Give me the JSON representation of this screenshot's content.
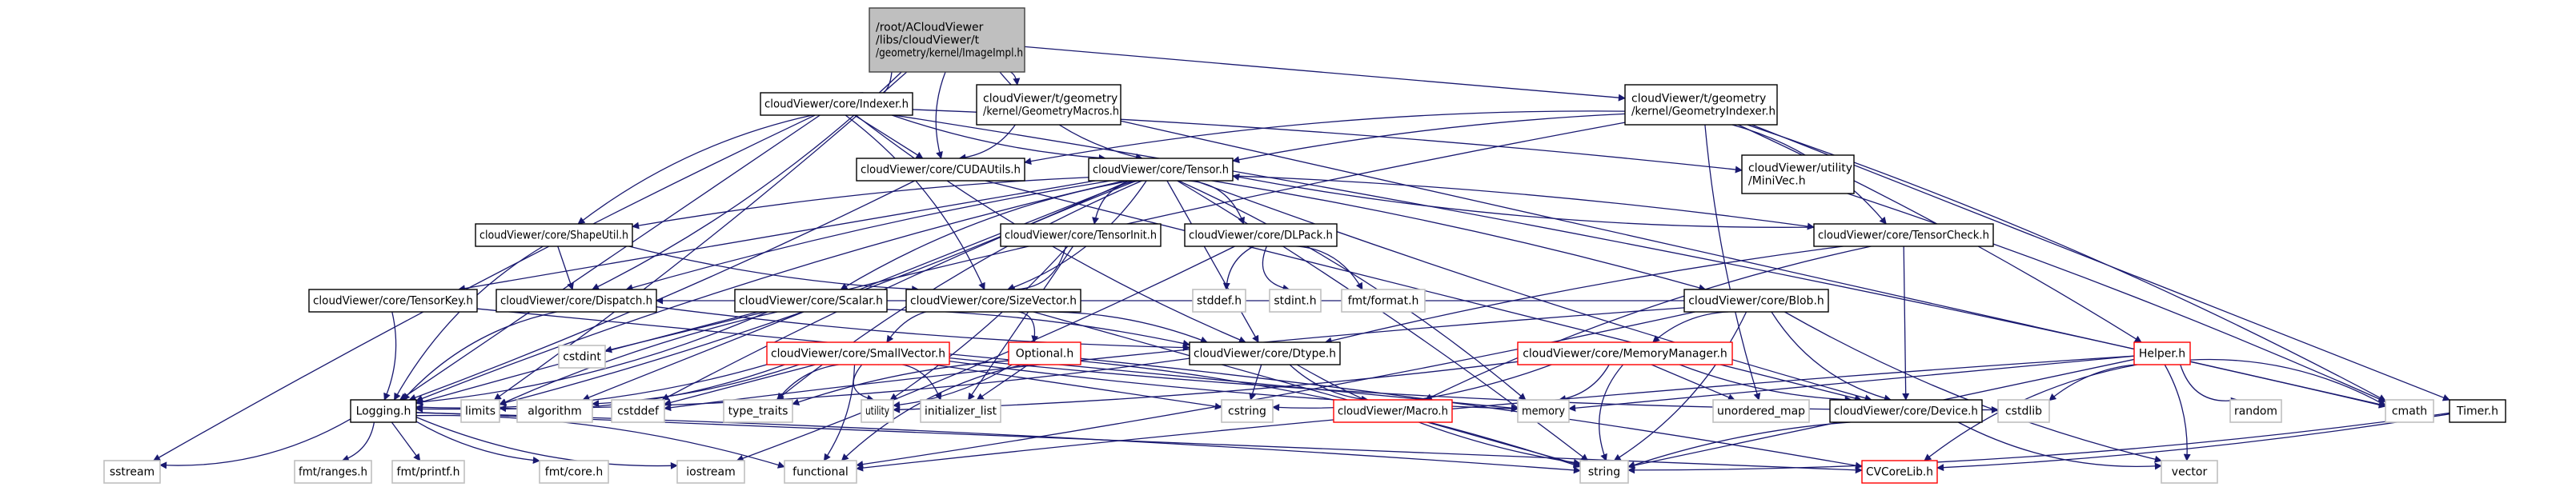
{
  "graph": {
    "title": "Include dependency graph for ImageImpl.h",
    "colors": {
      "edge": "#191970",
      "root_fill": "#bfbfbf",
      "root_border": "#404040",
      "documented_border": "#000000",
      "undocumented_border": "#ff0000",
      "external_border": "#bfbfbf",
      "node_fill": "#ffffff"
    },
    "nodes": [
      {
        "id": "imageimpl",
        "kind": "root",
        "lines": [
          "/root/ACloudViewer",
          "/libs/cloudViewer/t",
          "/geometry/kernel/ImageImpl.h"
        ]
      },
      {
        "id": "indexer",
        "kind": "doc",
        "lines": [
          "cloudViewer/core/Indexer.h"
        ]
      },
      {
        "id": "geommacros",
        "kind": "doc",
        "lines": [
          "cloudViewer/t/geometry",
          "/kernel/GeometryMacros.h"
        ]
      },
      {
        "id": "geomindexer",
        "kind": "doc",
        "lines": [
          "cloudViewer/t/geometry",
          "/kernel/GeometryIndexer.h"
        ]
      },
      {
        "id": "cudautils",
        "kind": "doc",
        "lines": [
          "cloudViewer/core/CUDAUtils.h"
        ]
      },
      {
        "id": "tensor",
        "kind": "doc",
        "lines": [
          "cloudViewer/core/Tensor.h"
        ]
      },
      {
        "id": "minivec",
        "kind": "doc",
        "lines": [
          "cloudViewer/utility",
          "/MiniVec.h"
        ]
      },
      {
        "id": "shapeutil",
        "kind": "doc",
        "lines": [
          "cloudViewer/core/ShapeUtil.h"
        ]
      },
      {
        "id": "tensorinit",
        "kind": "doc",
        "lines": [
          "cloudViewer/core/TensorInit.h"
        ]
      },
      {
        "id": "dlpack",
        "kind": "doc",
        "lines": [
          "cloudViewer/core/DLPack.h"
        ]
      },
      {
        "id": "tensorcheck",
        "kind": "doc",
        "lines": [
          "cloudViewer/core/TensorCheck.h"
        ]
      },
      {
        "id": "tensorkey",
        "kind": "doc",
        "lines": [
          "cloudViewer/core/TensorKey.h"
        ]
      },
      {
        "id": "dispatch",
        "kind": "doc",
        "lines": [
          "cloudViewer/core/Dispatch.h"
        ]
      },
      {
        "id": "scalar",
        "kind": "doc",
        "lines": [
          "cloudViewer/core/Scalar.h"
        ]
      },
      {
        "id": "sizevector",
        "kind": "doc",
        "lines": [
          "cloudViewer/core/SizeVector.h"
        ]
      },
      {
        "id": "stddef_h",
        "kind": "ext",
        "lines": [
          "stddef.h"
        ]
      },
      {
        "id": "stdint_h",
        "kind": "ext",
        "lines": [
          "stdint.h"
        ]
      },
      {
        "id": "fmtformat",
        "kind": "ext",
        "lines": [
          "fmt/format.h"
        ]
      },
      {
        "id": "blob",
        "kind": "doc",
        "lines": [
          "cloudViewer/core/Blob.h"
        ]
      },
      {
        "id": "cstdint",
        "kind": "ext",
        "lines": [
          "cstdint"
        ]
      },
      {
        "id": "smallvector",
        "kind": "undoc",
        "lines": [
          "cloudViewer/core/SmallVector.h"
        ]
      },
      {
        "id": "optional",
        "kind": "undoc",
        "lines": [
          "Optional.h"
        ]
      },
      {
        "id": "dtype",
        "kind": "doc",
        "lines": [
          "cloudViewer/core/Dtype.h"
        ]
      },
      {
        "id": "memorymanager",
        "kind": "undoc",
        "lines": [
          "cloudViewer/core/MemoryManager.h"
        ]
      },
      {
        "id": "helper",
        "kind": "undoc",
        "lines": [
          "Helper.h"
        ]
      },
      {
        "id": "logging",
        "kind": "doc",
        "lines": [
          "Logging.h"
        ]
      },
      {
        "id": "limits",
        "kind": "ext",
        "lines": [
          "limits"
        ]
      },
      {
        "id": "algorithm",
        "kind": "ext",
        "lines": [
          "algorithm"
        ]
      },
      {
        "id": "cstddef",
        "kind": "ext",
        "lines": [
          "cstddef"
        ]
      },
      {
        "id": "type_traits",
        "kind": "ext",
        "lines": [
          "type_traits"
        ]
      },
      {
        "id": "utility",
        "kind": "ext",
        "lines": [
          "utility"
        ]
      },
      {
        "id": "initializer_list",
        "kind": "ext",
        "lines": [
          "initializer_list"
        ]
      },
      {
        "id": "cstring",
        "kind": "ext",
        "lines": [
          "cstring"
        ]
      },
      {
        "id": "macro",
        "kind": "undoc",
        "lines": [
          "cloudViewer/Macro.h"
        ]
      },
      {
        "id": "memory",
        "kind": "ext",
        "lines": [
          "memory"
        ]
      },
      {
        "id": "unordered_map",
        "kind": "ext",
        "lines": [
          "unordered_map"
        ]
      },
      {
        "id": "device",
        "kind": "doc",
        "lines": [
          "cloudViewer/core/Device.h"
        ]
      },
      {
        "id": "cstdlib",
        "kind": "ext",
        "lines": [
          "cstdlib"
        ]
      },
      {
        "id": "random",
        "kind": "ext",
        "lines": [
          "random"
        ]
      },
      {
        "id": "cmath",
        "kind": "ext",
        "lines": [
          "cmath"
        ]
      },
      {
        "id": "timer",
        "kind": "doc",
        "lines": [
          "Timer.h"
        ]
      },
      {
        "id": "sstream",
        "kind": "ext",
        "lines": [
          "sstream"
        ]
      },
      {
        "id": "fmtranges",
        "kind": "ext",
        "lines": [
          "fmt/ranges.h"
        ]
      },
      {
        "id": "fmtprintf",
        "kind": "ext",
        "lines": [
          "fmt/printf.h"
        ]
      },
      {
        "id": "fmtcore",
        "kind": "ext",
        "lines": [
          "fmt/core.h"
        ]
      },
      {
        "id": "iostream",
        "kind": "ext",
        "lines": [
          "iostream"
        ]
      },
      {
        "id": "functional",
        "kind": "ext",
        "lines": [
          "functional"
        ]
      },
      {
        "id": "string",
        "kind": "ext",
        "lines": [
          "string"
        ]
      },
      {
        "id": "cvcorelib",
        "kind": "undoc",
        "lines": [
          "CVCoreLib.h"
        ]
      },
      {
        "id": "vector",
        "kind": "ext",
        "lines": [
          "vector"
        ]
      }
    ],
    "edges": [
      [
        "imageimpl",
        "indexer"
      ],
      [
        "imageimpl",
        "geommacros"
      ],
      [
        "imageimpl",
        "geomindexer"
      ],
      [
        "imageimpl",
        "cudautils"
      ],
      [
        "imageimpl",
        "tensor"
      ],
      [
        "imageimpl",
        "dispatch"
      ],
      [
        "imageimpl",
        "limits"
      ],
      [
        "indexer",
        "cudautils"
      ],
      [
        "indexer",
        "tensor"
      ],
      [
        "indexer",
        "shapeutil"
      ],
      [
        "indexer",
        "sizevector"
      ],
      [
        "indexer",
        "minivec"
      ],
      [
        "indexer",
        "logging"
      ],
      [
        "indexer",
        "sstream"
      ],
      [
        "indexer",
        "dtype"
      ],
      [
        "indexer",
        "cmath"
      ],
      [
        "geommacros",
        "cudautils"
      ],
      [
        "geommacros",
        "cmath"
      ],
      [
        "geomindexer",
        "tensor"
      ],
      [
        "geomindexer",
        "cudautils"
      ],
      [
        "geomindexer",
        "tensorcheck"
      ],
      [
        "geomindexer",
        "helper"
      ],
      [
        "geomindexer",
        "timer"
      ],
      [
        "geomindexer",
        "unordered_map"
      ],
      [
        "geomindexer",
        "logging"
      ],
      [
        "geomindexer",
        "cmath"
      ],
      [
        "cudautils",
        "logging"
      ],
      [
        "cudautils",
        "device"
      ],
      [
        "tensor",
        "shapeutil"
      ],
      [
        "tensor",
        "tensorinit"
      ],
      [
        "tensor",
        "dlpack"
      ],
      [
        "tensor",
        "tensorcheck"
      ],
      [
        "tensor",
        "tensorkey"
      ],
      [
        "tensor",
        "dispatch"
      ],
      [
        "tensor",
        "scalar"
      ],
      [
        "tensor",
        "sizevector"
      ],
      [
        "tensor",
        "blob"
      ],
      [
        "tensor",
        "dtype"
      ],
      [
        "tensor",
        "device"
      ],
      [
        "tensor",
        "logging"
      ],
      [
        "tensor",
        "memory"
      ],
      [
        "tensor",
        "string"
      ],
      [
        "tensor",
        "algorithm"
      ],
      [
        "tensor",
        "cstddef"
      ],
      [
        "tensor",
        "type_traits"
      ],
      [
        "tensor",
        "limits"
      ],
      [
        "minivec",
        "cmath"
      ],
      [
        "shapeutil",
        "dispatch"
      ],
      [
        "shapeutil",
        "sizevector"
      ],
      [
        "shapeutil",
        "logging"
      ],
      [
        "tensorinit",
        "sizevector"
      ],
      [
        "tensorinit",
        "utility"
      ],
      [
        "tensorinit",
        "initializer_list"
      ],
      [
        "dlpack",
        "stddef_h"
      ],
      [
        "dlpack",
        "stdint_h"
      ],
      [
        "dlpack",
        "fmtformat"
      ],
      [
        "dlpack",
        "iostream"
      ],
      [
        "tensorcheck",
        "device"
      ],
      [
        "tensorcheck",
        "dtype"
      ],
      [
        "tensorcheck",
        "macro"
      ],
      [
        "tensorcheck",
        "tensor"
      ],
      [
        "tensorkey",
        "logging"
      ],
      [
        "tensorkey",
        "memory"
      ],
      [
        "dispatch",
        "dtype"
      ],
      [
        "dispatch",
        "logging"
      ],
      [
        "scalar",
        "logging"
      ],
      [
        "scalar",
        "dtype"
      ],
      [
        "scalar",
        "cstdint"
      ],
      [
        "scalar",
        "limits"
      ],
      [
        "sizevector",
        "smallvector"
      ],
      [
        "sizevector",
        "optional"
      ],
      [
        "sizevector",
        "dtype"
      ],
      [
        "sizevector",
        "string"
      ],
      [
        "blob",
        "memorymanager"
      ],
      [
        "blob",
        "device"
      ],
      [
        "blob",
        "string"
      ],
      [
        "blob",
        "functional"
      ],
      [
        "blob",
        "dispatch"
      ],
      [
        "blob",
        "cstddef"
      ],
      [
        "blob",
        "vector"
      ],
      [
        "smallvector",
        "logging"
      ],
      [
        "smallvector",
        "algorithm"
      ],
      [
        "smallvector",
        "cstddef"
      ],
      [
        "smallvector",
        "type_traits"
      ],
      [
        "smallvector",
        "utility"
      ],
      [
        "smallvector",
        "initializer_list"
      ],
      [
        "smallvector",
        "functional"
      ],
      [
        "smallvector",
        "cstring"
      ],
      [
        "smallvector",
        "memory"
      ],
      [
        "smallvector",
        "cstdlib"
      ],
      [
        "smallvector",
        "limits"
      ],
      [
        "optional",
        "utility"
      ],
      [
        "optional",
        "initializer_list"
      ],
      [
        "optional",
        "type_traits"
      ],
      [
        "optional",
        "functional"
      ],
      [
        "optional",
        "string"
      ],
      [
        "optional",
        "cvcorelib"
      ],
      [
        "dtype",
        "cstring"
      ],
      [
        "dtype",
        "macro"
      ],
      [
        "dtype",
        "string"
      ],
      [
        "dtype",
        "logging"
      ],
      [
        "memorymanager",
        "memory"
      ],
      [
        "memorymanager",
        "unordered_map"
      ],
      [
        "memorymanager",
        "device"
      ],
      [
        "memorymanager",
        "string"
      ],
      [
        "memorymanager",
        "cstring"
      ],
      [
        "memorymanager",
        "utility"
      ],
      [
        "helper",
        "memory"
      ],
      [
        "helper",
        "cstdlib"
      ],
      [
        "helper",
        "random"
      ],
      [
        "helper",
        "cmath"
      ],
      [
        "helper",
        "vector"
      ],
      [
        "helper",
        "string"
      ],
      [
        "helper",
        "functional"
      ],
      [
        "helper",
        "cvcorelib"
      ],
      [
        "logging",
        "sstream"
      ],
      [
        "logging",
        "fmtranges"
      ],
      [
        "logging",
        "fmtprintf"
      ],
      [
        "logging",
        "fmtcore"
      ],
      [
        "logging",
        "iostream"
      ],
      [
        "logging",
        "functional"
      ],
      [
        "logging",
        "string"
      ],
      [
        "logging",
        "cvcorelib"
      ],
      [
        "device",
        "string"
      ],
      [
        "device",
        "vector"
      ],
      [
        "timer",
        "string"
      ],
      [
        "timer",
        "cvcorelib"
      ]
    ]
  }
}
